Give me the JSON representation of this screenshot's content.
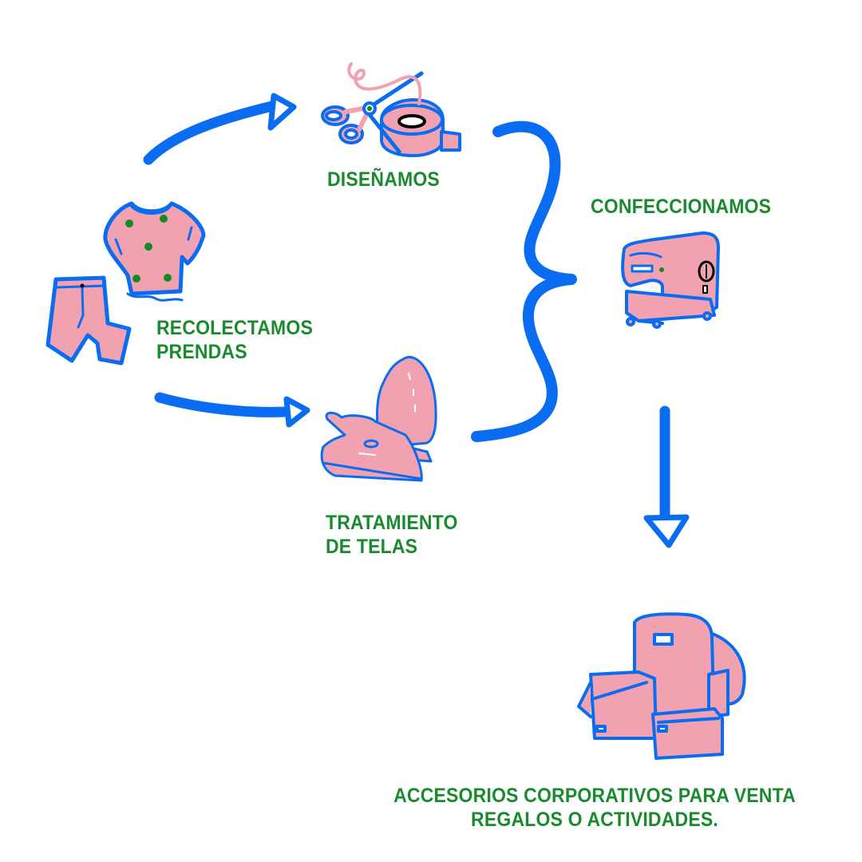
{
  "diagram": {
    "title": "Ciclo de reciclaje textil",
    "colors": {
      "label_green": "#1a8a2e",
      "arrow_blue": "#0a6cf0",
      "fill_pink": "#f2a1b0",
      "dot_green": "#138a24",
      "background": "#ffffff"
    },
    "steps": [
      {
        "id": "recolectamos",
        "icon": "clothes-icon",
        "lines": [
          "RECOLECTAMOS",
          "PRENDAS"
        ]
      },
      {
        "id": "disenamos",
        "icon": "scissors-tape-icon",
        "lines": [
          "DISEÑAMOS"
        ]
      },
      {
        "id": "tratamiento",
        "icon": "iron-icon",
        "lines": [
          "TRATAMIENTO",
          "DE TELAS"
        ]
      },
      {
        "id": "confeccionamos",
        "icon": "sewing-machine-icon",
        "lines": [
          "CONFECCIONAMOS"
        ]
      },
      {
        "id": "accesorios",
        "icon": "backpacks-icon",
        "lines": [
          "ACCESORIOS CORPORATIVOS PARA VENTA",
          "REGALOS O ACTIVIDADES."
        ]
      }
    ],
    "connectors": [
      {
        "from": "recolectamos",
        "to": "disenamos",
        "type": "arrow"
      },
      {
        "from": "recolectamos",
        "to": "tratamiento",
        "type": "arrow"
      },
      {
        "from": [
          "disenamos",
          "tratamiento"
        ],
        "to": "confeccionamos",
        "type": "brace"
      },
      {
        "from": "confeccionamos",
        "to": "accesorios",
        "type": "arrow"
      }
    ]
  }
}
